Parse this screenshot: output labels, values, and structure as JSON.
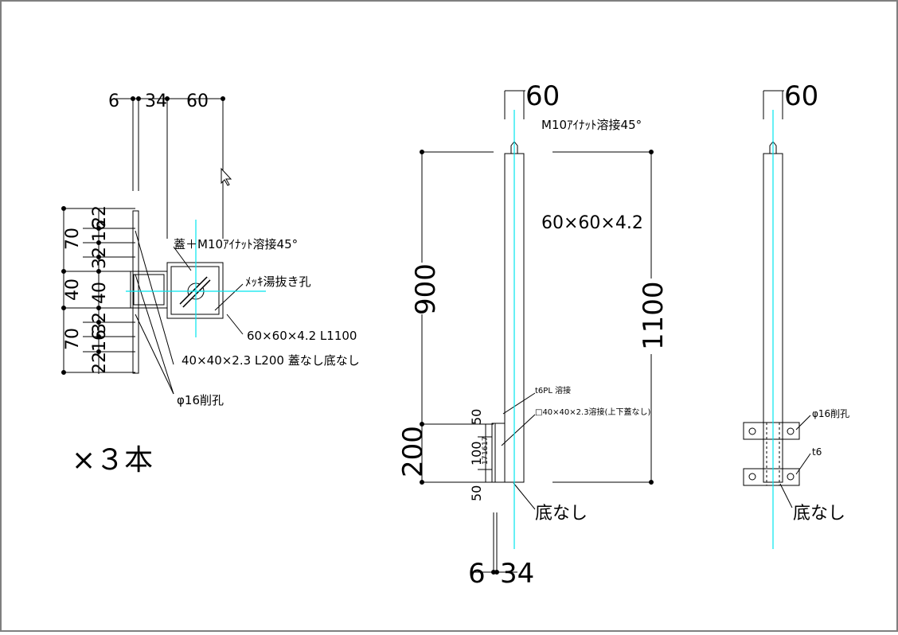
{
  "colors": {
    "line": "#000000",
    "centerline": "#00e5ee",
    "background": "#ffffff",
    "border": "#7f7f7f"
  },
  "plan_view": {
    "top_dims": [
      "6",
      "34",
      "60"
    ],
    "left_dims_outer": [
      "70",
      "40",
      "70"
    ],
    "left_dims_inner": [
      "22",
      "16",
      "32",
      "40",
      "32",
      "16",
      "22"
    ],
    "label_lid": "蓋＋M10ｱｲﾅｯﾄ溶接45°",
    "label_drain": "ﾒｯｷ湯抜き孔",
    "label_post": "60×60×4.2 L1100",
    "label_small": "40×40×2.3 L200 蓋なし底なし",
    "label_hole": "φ16削孔",
    "quantity": "×３本"
  },
  "front_view": {
    "top_dim": "60",
    "label_nut": "M10ｱｲﾅｯﾄ溶接45°",
    "label_section": "60×60×4.2",
    "dim_900": "900",
    "dim_1100": "1100",
    "dim_200": "200",
    "dim_50_top": "50",
    "dim_100": "100",
    "dim_50_bottom": "50",
    "dim_small": [
      "17",
      "16",
      "17"
    ],
    "label_plate": "t6PL 溶接",
    "label_box": "□40×40×2.3溶接(上下蓋なし)",
    "label_bottom": "底なし",
    "bottom_dims": [
      "6",
      "34"
    ]
  },
  "side_view": {
    "top_dim": "60",
    "label_hole": "φ16削孔",
    "label_t6": "t6",
    "label_bottom": "底なし"
  }
}
